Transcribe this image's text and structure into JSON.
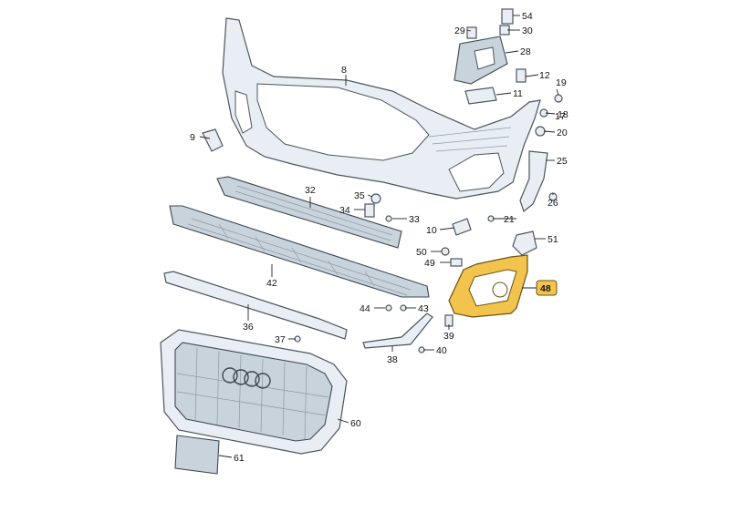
{
  "diagram": {
    "highlight_color": "#f2c44e",
    "part_color": "#e8eef4",
    "callouts": {
      "c8": "8",
      "c9": "9",
      "c10": "10",
      "c11": "11",
      "c12": "12",
      "c17": "17",
      "c18": "18",
      "c19": "19",
      "c20": "20",
      "c21": "21",
      "c25": "25",
      "c26": "26",
      "c28": "28",
      "c29": "29",
      "c30": "30",
      "c32": "32",
      "c33": "33",
      "c34": "34",
      "c35": "35",
      "c36": "36",
      "c37": "37",
      "c38": "38",
      "c39": "39",
      "c40": "40",
      "c42": "42",
      "c43": "43",
      "c44": "44",
      "c48": "48",
      "c49": "49",
      "c50": "50",
      "c51": "51",
      "c54": "54",
      "c60": "60",
      "c61": "61"
    }
  }
}
